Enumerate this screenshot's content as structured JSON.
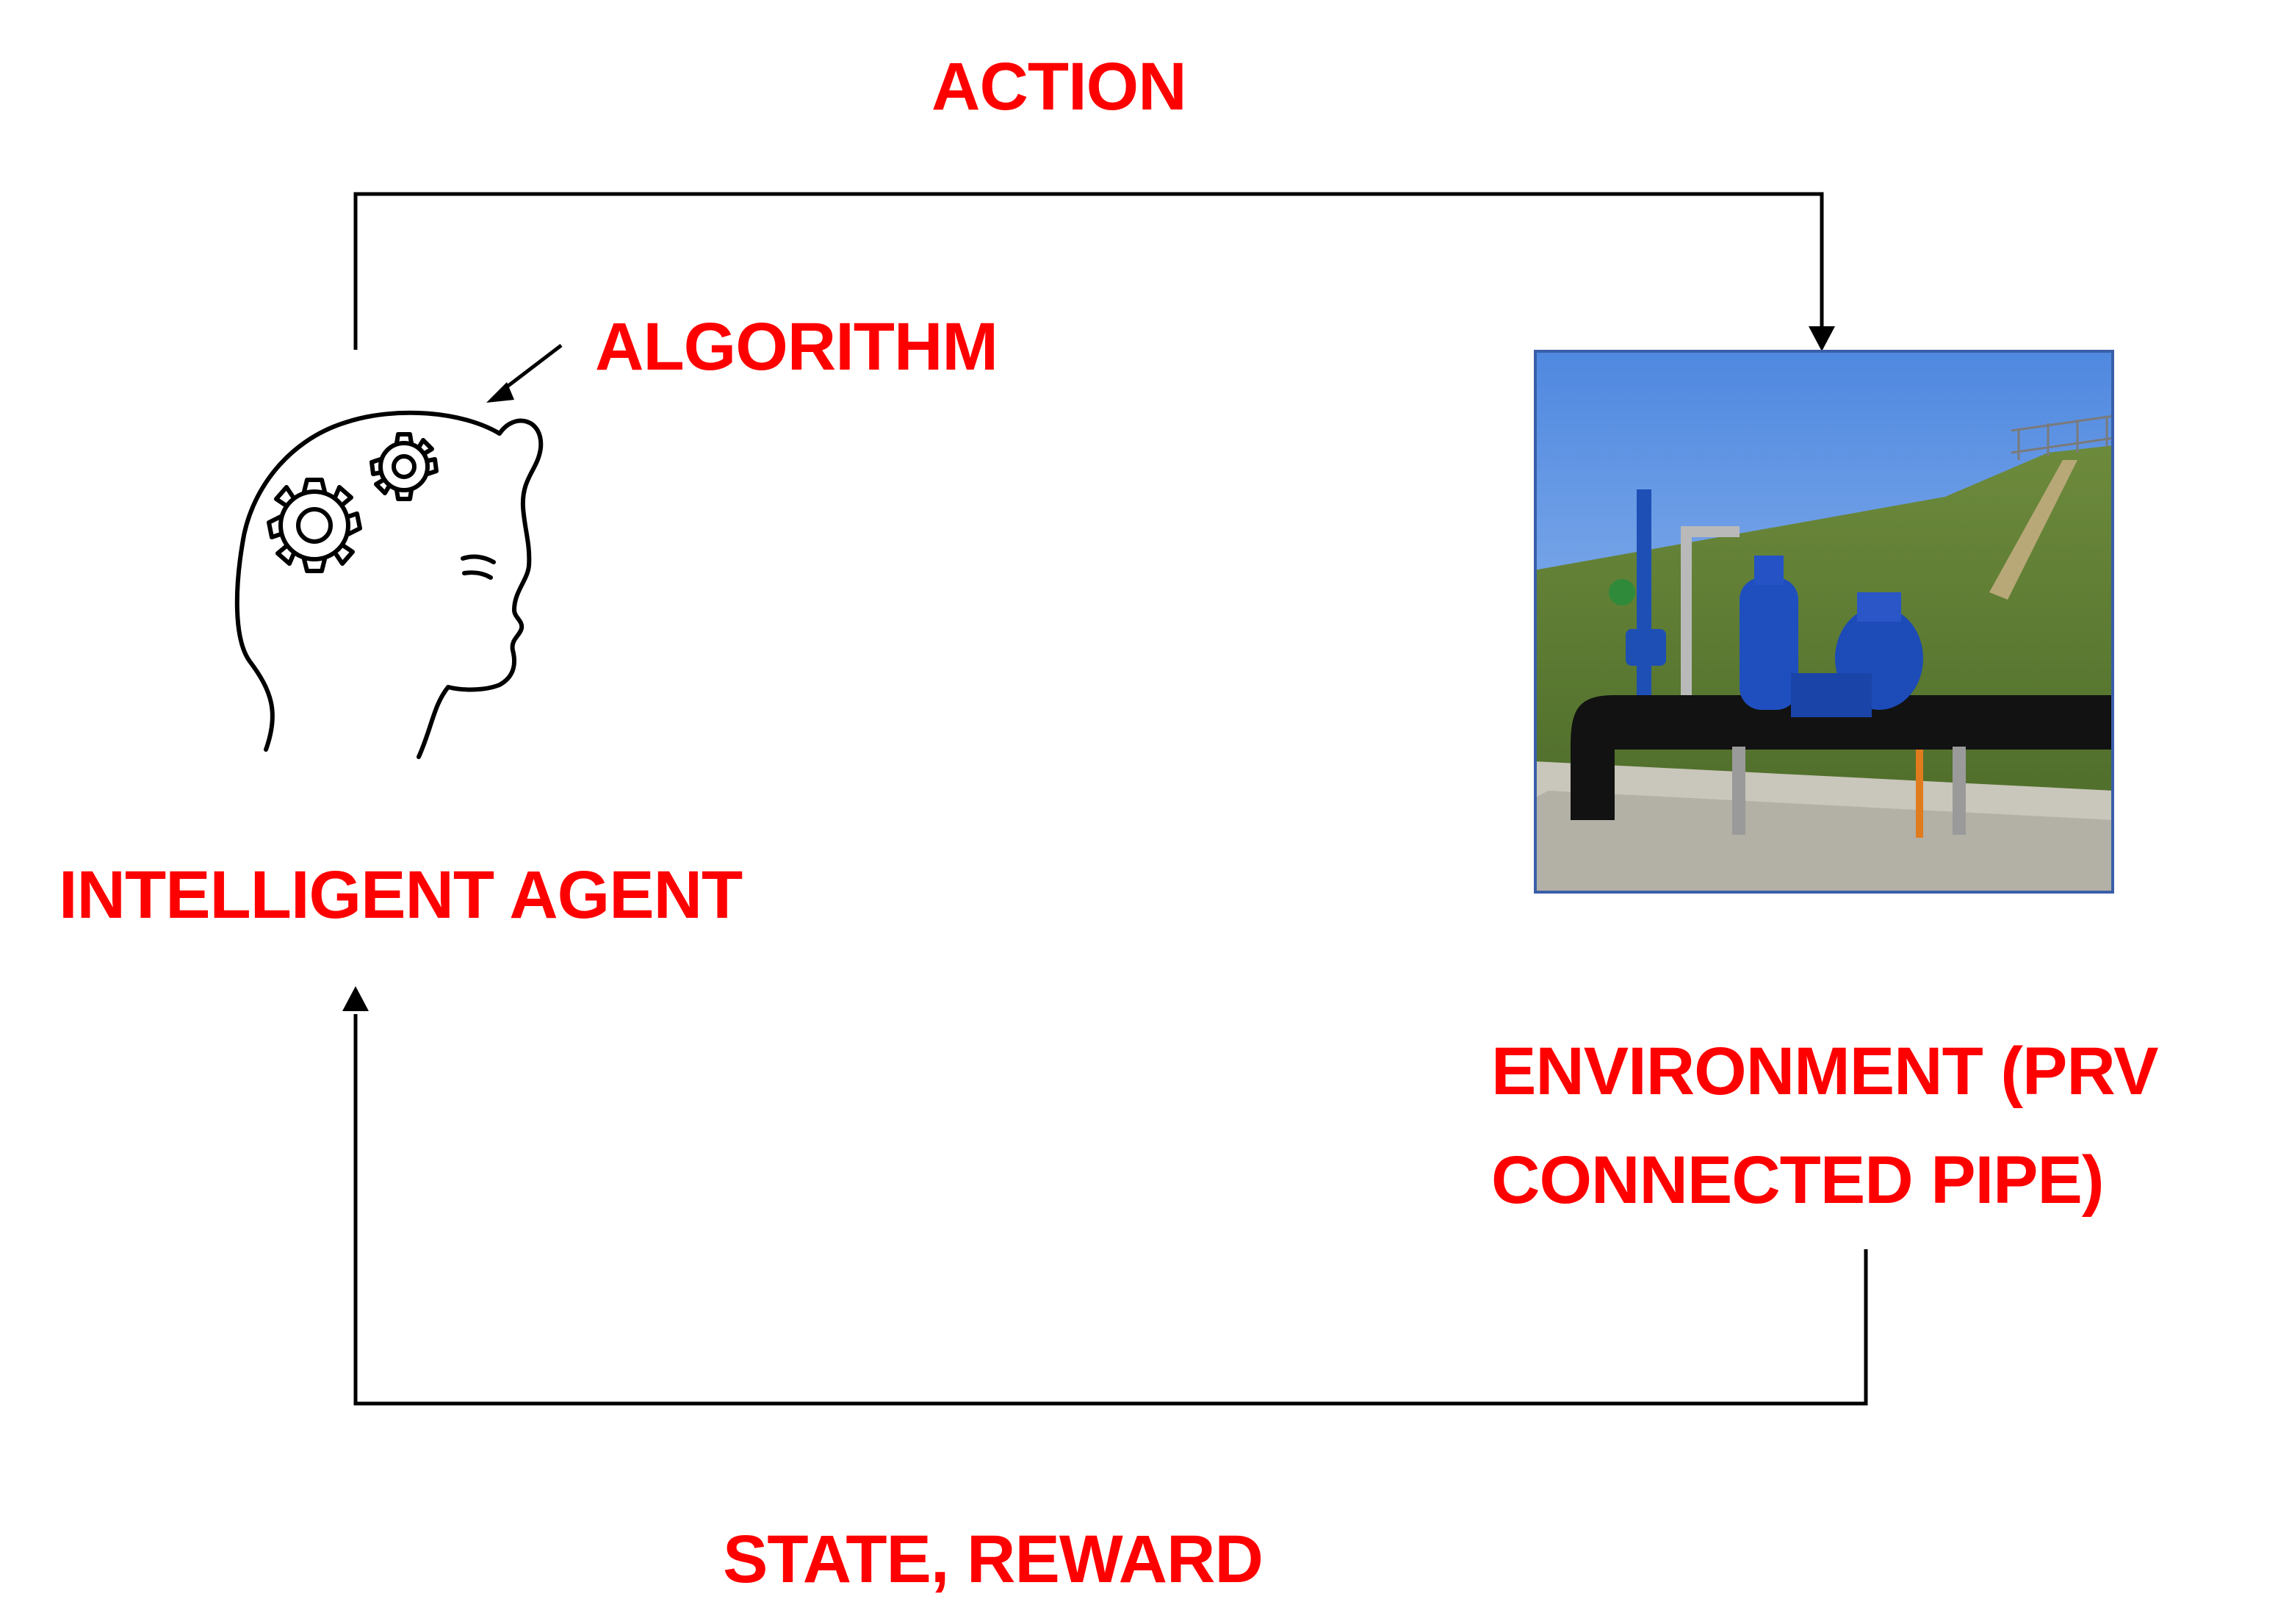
{
  "colors": {
    "label": "#ff0000",
    "line": "#000000",
    "photo_border": "#3a5fa8"
  },
  "labels": {
    "action": "ACTION",
    "algorithm": "ALGORITHM",
    "agent": "INTELLIGENT AGENT",
    "environment_line1": "ENVIRONMENT (PRV",
    "environment_line2": "CONNECTED PIPE)",
    "state_reward": "STATE, REWARD"
  },
  "icons": {
    "agent": "head-with-gears-icon",
    "environment": "prv-pipe-photo"
  }
}
